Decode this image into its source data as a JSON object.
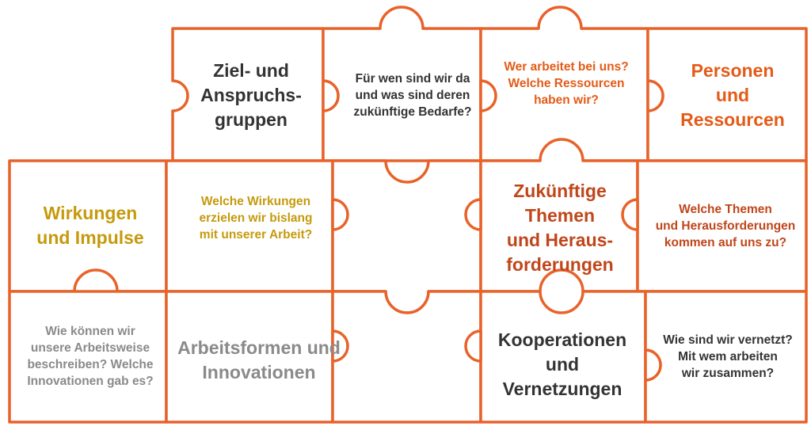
{
  "colors": {
    "outline": "#E8622A",
    "dark": "#333333",
    "gold": "#C59A0C",
    "rust": "#C0461A",
    "orange": "#E45B17",
    "gray": "#8A8A8A"
  },
  "pieces": {
    "ziel_title": "Ziel- und\nAnspruchs-\ngruppen",
    "ziel_question": "Für wen sind wir da\nund was sind deren\nzukünftige Bedarfe?",
    "personen_question": "Wer arbeitet bei uns?\nWelche Ressourcen\nhaben wir?",
    "personen_title": "Personen\nund\nRessourcen",
    "wirkungen_title": "Wirkungen\nund Impulse",
    "wirkungen_question": "Welche Wirkungen\nerzielen wir bislang\nmit unserer Arbeit?",
    "themen_title": "Zukünftige\nThemen\nund Heraus-\nforderungen",
    "themen_question": "Welche Themen\nund Herausforderungen\nkommen auf uns zu?",
    "arbeitsformen_question": "Wie können wir\nunsere Arbeitsweise\nbeschreiben? Welche\nInnovationen gab es?",
    "arbeitsformen_title": "Arbeitsformen und\nInnovationen",
    "kooperationen_title": "Kooperationen und\nVernetzungen",
    "kooperationen_question": "Wie sind wir vernetzt?\nMit wem arbeiten\nwir zusammen?"
  }
}
